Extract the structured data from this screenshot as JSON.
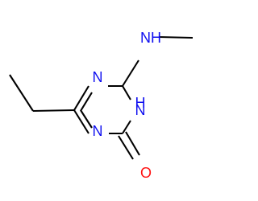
{
  "molecule": {
    "label_colors": {
      "nitrogen": "#1010f0",
      "oxygen": "#ff1010"
    },
    "labels": {
      "ring_n_upper": "N",
      "amine_nh": "NH",
      "nh_ring": "H",
      "nh_ring_n": "N",
      "ring_n_lower": "N",
      "carbonyl_o": "O"
    }
  }
}
